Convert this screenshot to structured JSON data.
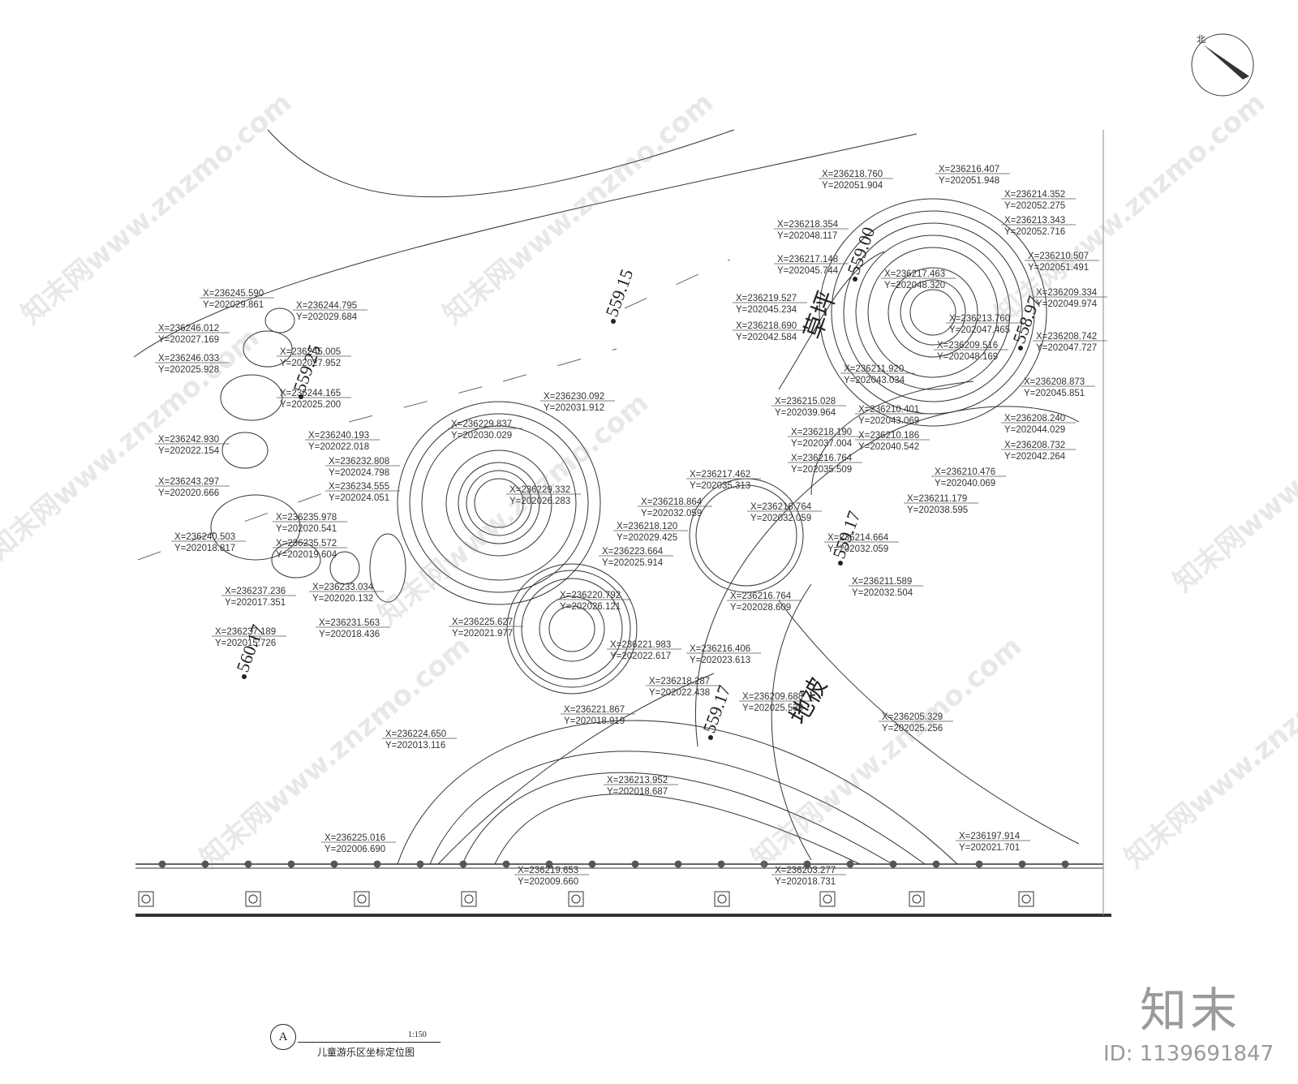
{
  "drawing": {
    "title": "儿童游乐区坐标定位图",
    "scale": "1:150",
    "index_letter": "A",
    "north_label": "北",
    "brand": "知末",
    "brand_id": "ID: 1139691847",
    "watermark": "知末网www.znzmo.com"
  },
  "elevations": [
    "559.15",
    "559.00",
    "558.97",
    "559.25",
    "559.17",
    "559.17",
    "560.17"
  ],
  "area_labels": [
    "地被",
    "草坪"
  ],
  "coordinates": [
    {
      "x": "X=236245.590",
      "y": "Y=202029.861"
    },
    {
      "x": "X=236244.795",
      "y": "Y=202029.684"
    },
    {
      "x": "X=236246.012",
      "y": "Y=202027.169"
    },
    {
      "x": "X=236245.005",
      "y": "Y=202027.952"
    },
    {
      "x": "X=236246.033",
      "y": "Y=202025.928"
    },
    {
      "x": "X=236244.165",
      "y": "Y=202025.200"
    },
    {
      "x": "X=236242.930",
      "y": "Y=202022.154"
    },
    {
      "x": "X=236240.193",
      "y": "Y=202022.018"
    },
    {
      "x": "X=236232.808",
      "y": "Y=202024.798"
    },
    {
      "x": "X=236234.555",
      "y": "Y=202024.051"
    },
    {
      "x": "X=236243.297",
      "y": "Y=202020.666"
    },
    {
      "x": "X=236235.978",
      "y": "Y=202020.541"
    },
    {
      "x": "X=236240.503",
      "y": "Y=202018.817"
    },
    {
      "x": "X=236235.572",
      "y": "Y=202019.604"
    },
    {
      "x": "X=236237.236",
      "y": "Y=202017.351"
    },
    {
      "x": "X=236233.034",
      "y": "Y=202020.132"
    },
    {
      "x": "X=236237.189",
      "y": "Y=202015.726"
    },
    {
      "x": "X=236231.563",
      "y": "Y=202018.436"
    },
    {
      "x": "X=236230.092",
      "y": "Y=202031.912"
    },
    {
      "x": "X=236229.837",
      "y": "Y=202030.029"
    },
    {
      "x": "X=236229.332",
      "y": "Y=202026.283"
    },
    {
      "x": "X=236218.864",
      "y": "Y=202032.059"
    },
    {
      "x": "X=236218.120",
      "y": "Y=202029.425"
    },
    {
      "x": "X=236223.664",
      "y": "Y=202025.914"
    },
    {
      "x": "X=236220.792",
      "y": "Y=202026.121"
    },
    {
      "x": "X=236225.627",
      "y": "Y=202021.977"
    },
    {
      "x": "X=236221.983",
      "y": "Y=202022.617"
    },
    {
      "x": "X=236216.406",
      "y": "Y=202023.613"
    },
    {
      "x": "X=236218.287",
      "y": "Y=202022.438"
    },
    {
      "x": "X=236209.688",
      "y": "Y=202025.539"
    },
    {
      "x": "X=236221.867",
      "y": "Y=202018.919"
    },
    {
      "x": "X=236224.650",
      "y": "Y=202013.116"
    },
    {
      "x": "X=236213.952",
      "y": "Y=202018.687"
    },
    {
      "x": "X=236225.016",
      "y": "Y=202006.690"
    },
    {
      "x": "X=236219.653",
      "y": "Y=202009.660"
    },
    {
      "x": "X=236203.277",
      "y": "Y=202018.731"
    },
    {
      "x": "X=236205.329",
      "y": "Y=202025.256"
    },
    {
      "x": "X=236197.914",
      "y": "Y=202021.701"
    },
    {
      "x": "X=236216.764",
      "y": "Y=202028.609"
    },
    {
      "x": "X=236216.764",
      "y": "Y=202032.059"
    },
    {
      "x": "X=236217.462",
      "y": "Y=202035.313"
    },
    {
      "x": "X=236216.764",
      "y": "Y=202035.509"
    },
    {
      "x": "X=236218.190",
      "y": "Y=202037.004"
    },
    {
      "x": "X=236215.028",
      "y": "Y=202039.964"
    },
    {
      "x": "X=236214.664",
      "y": "Y=202032.059"
    },
    {
      "x": "X=236211.589",
      "y": "Y=202032.504"
    },
    {
      "x": "X=236211.179",
      "y": "Y=202038.595"
    },
    {
      "x": "X=236210.476",
      "y": "Y=202040.069"
    },
    {
      "x": "X=236210.401",
      "y": "Y=202043.069"
    },
    {
      "x": "X=236210.186",
      "y": "Y=202040.542"
    },
    {
      "x": "X=236211.920",
      "y": "Y=202043.034"
    },
    {
      "x": "X=236219.527",
      "y": "Y=202045.234"
    },
    {
      "x": "X=236218.690",
      "y": "Y=202042.584"
    },
    {
      "x": "X=236218.354",
      "y": "Y=202048.117"
    },
    {
      "x": "X=236217.148",
      "y": "Y=202045.744"
    },
    {
      "x": "X=236218.760",
      "y": "Y=202051.904"
    },
    {
      "x": "X=236216.407",
      "y": "Y=202051.948"
    },
    {
      "x": "X=236214.352",
      "y": "Y=202052.275"
    },
    {
      "x": "X=236213.343",
      "y": "Y=202052.716"
    },
    {
      "x": "X=236217.463",
      "y": "Y=202048.320"
    },
    {
      "x": "X=236213.760",
      "y": "Y=202047.465"
    },
    {
      "x": "X=236209.516",
      "y": "Y=202048.169"
    },
    {
      "x": "X=236210.507",
      "y": "Y=202051.491"
    },
    {
      "x": "X=236209.334",
      "y": "Y=202049.974"
    },
    {
      "x": "X=236208.742",
      "y": "Y=202047.727"
    },
    {
      "x": "X=236208.873",
      "y": "Y=202045.851"
    },
    {
      "x": "X=236208.240",
      "y": "Y=202044.029"
    },
    {
      "x": "X=236208.732",
      "y": "Y=202042.264"
    }
  ],
  "colors": {
    "line": "#333333",
    "light": "#888888",
    "dot": "#555555",
    "watermark": "#9a9a9a"
  }
}
